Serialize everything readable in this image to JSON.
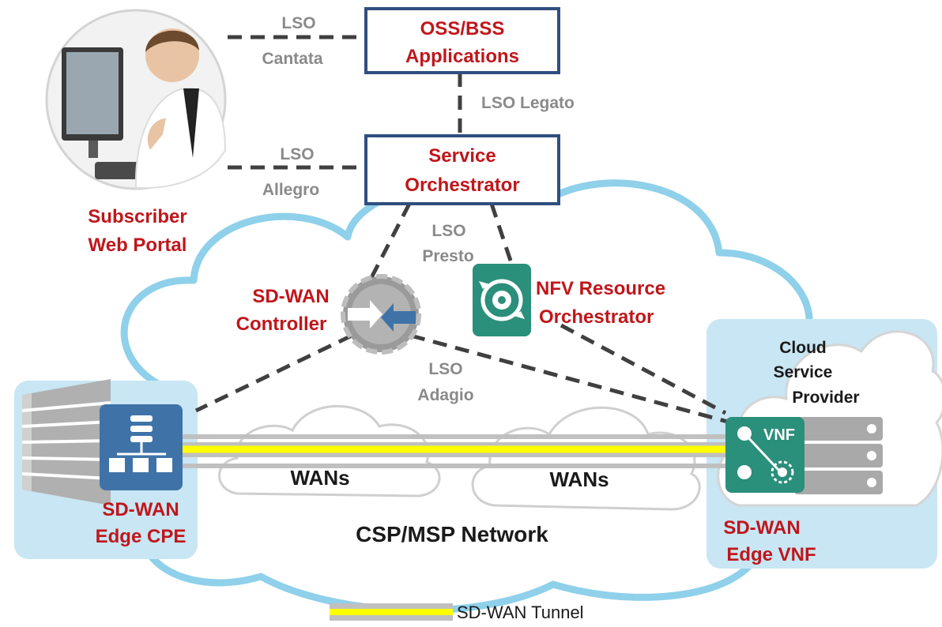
{
  "portal": {
    "line1": "Subscriber",
    "line2": "Web Portal"
  },
  "oss_bss": {
    "line1": "OSS/BSS",
    "line2": "Applications"
  },
  "orchestrator": {
    "line1": "Service",
    "line2": "Orchestrator"
  },
  "interfaces": {
    "cantata": {
      "line1": "LSO",
      "line2": "Cantata"
    },
    "legato": "LSO Legato",
    "allegro": {
      "line1": "LSO",
      "line2": "Allegro"
    },
    "presto": {
      "line1": "LSO",
      "line2": "Presto"
    },
    "adagio": {
      "line1": "LSO",
      "line2": "Adagio"
    }
  },
  "sdwan_controller": {
    "line1": "SD-WAN",
    "line2": "Controller"
  },
  "nfv_orchestrator": {
    "line1": "NFV Resource",
    "line2": "Orchestrator"
  },
  "cloud_provider": {
    "line1": "Cloud",
    "line2": "Service",
    "line3": "Provider"
  },
  "vnf_badge": "VNF",
  "edge_cpe": {
    "line1": "SD-WAN",
    "line2": "Edge CPE"
  },
  "edge_vnf": {
    "line1": "SD-WAN",
    "line2": "Edge VNF"
  },
  "wans": [
    "WANs",
    "WANs"
  ],
  "network_label": "CSP/MSP Network",
  "legend": {
    "tunnel": "SD-WAN Tunnel"
  },
  "colors": {
    "label_red": "#c0161b",
    "label_gray": "#8a8a8a",
    "box_border": "#2f4f7f",
    "cloud_outline": "#8fd0ea",
    "site_fill": "#c8e6f3",
    "tunnel_yellow": "#ffff00",
    "tunnel_gray": "#b5b5b5",
    "icon_teal": "#2a8f7b",
    "icon_blue": "#3f73a8"
  }
}
